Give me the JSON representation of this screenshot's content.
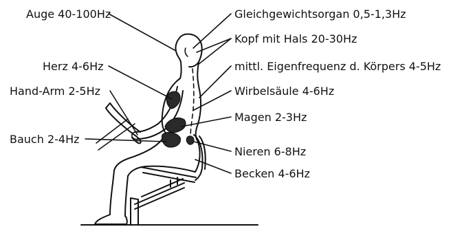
{
  "labels": {
    "auge": "Auge 40-100Hz",
    "gleichgewicht": "Gleichgewichtsorgan 0,5-1,3Hz",
    "kopf": "Kopf mit Hals 20-30Hz",
    "herz": "Herz 4-6Hz",
    "eigenfrequenz": "mittl. Eigenfrequenz d. Körpers 4-5Hz",
    "hand_arm": "Hand-Arm 2-5Hz",
    "wirbelsaeule": "Wirbelsäule 4-6Hz",
    "magen": "Magen 2-3Hz",
    "bauch": "Bauch 2-4Hz",
    "nieren": "Nieren 6-8Hz",
    "becken": "Becken 4-6Hz"
  }
}
